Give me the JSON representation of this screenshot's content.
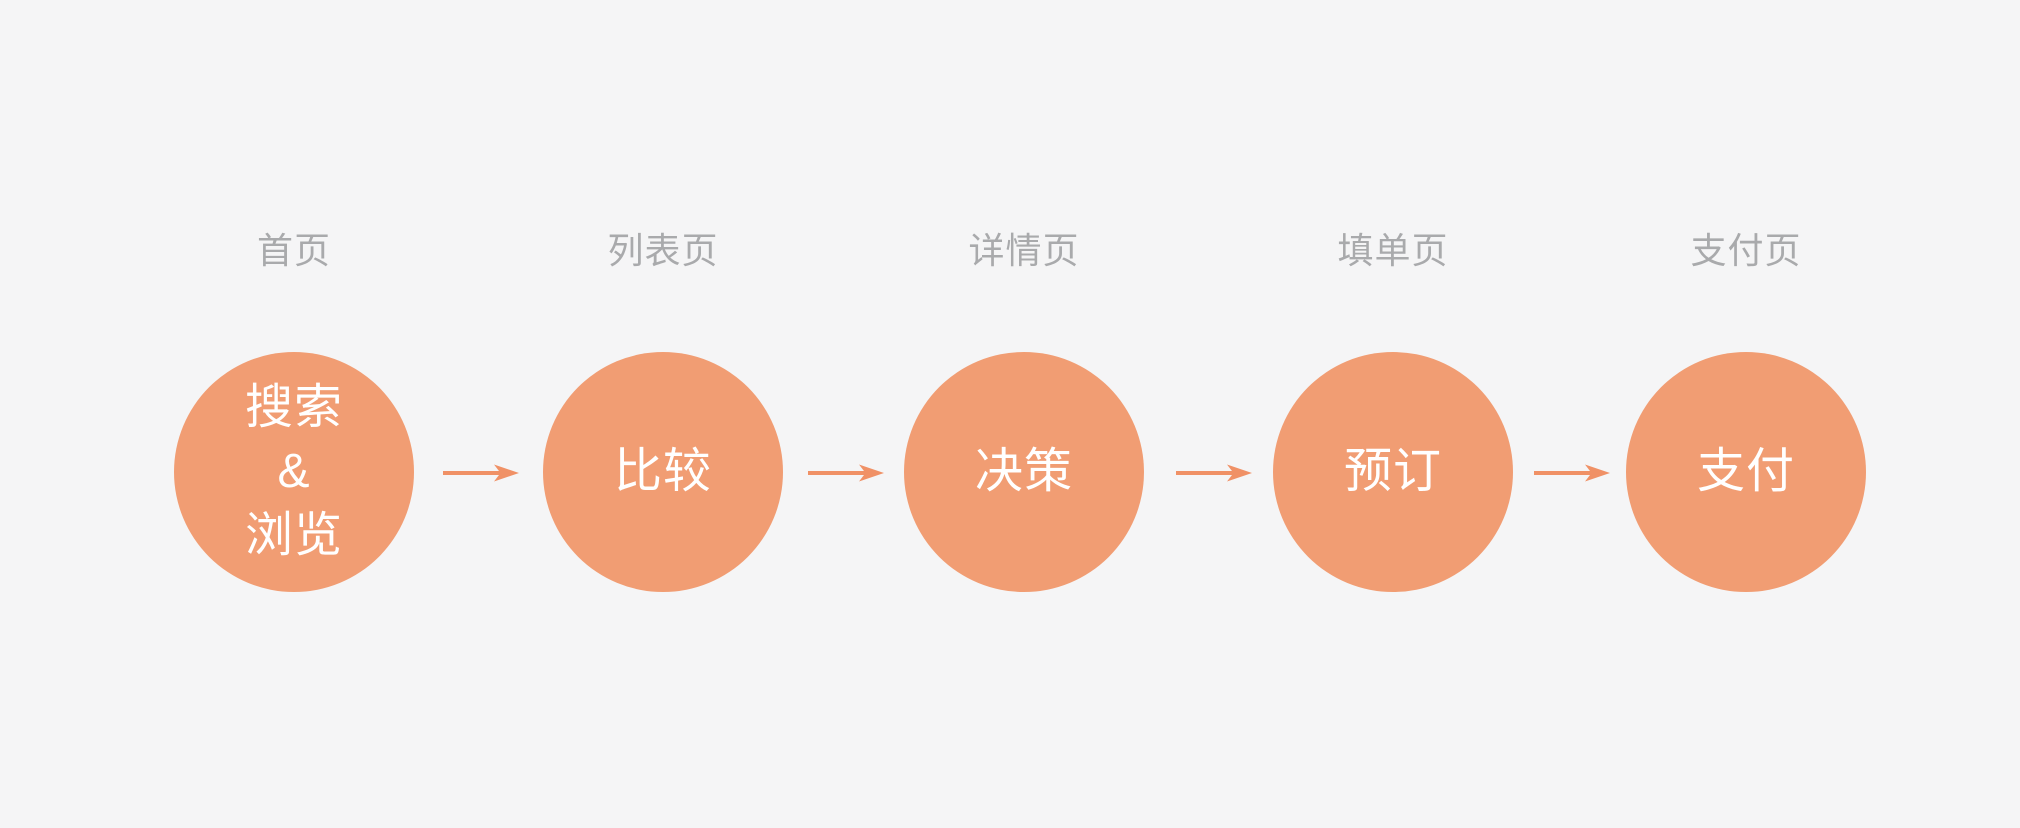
{
  "colors": {
    "background": "#F5F5F6",
    "circle": "#F19D73",
    "arrow": "#F09166",
    "page_label": "#A9AAAC",
    "stage_text": "#FFFFFF"
  },
  "flow": {
    "steps": [
      {
        "page": "首页",
        "action": "搜索\n&\n浏览"
      },
      {
        "page": "列表页",
        "action": "比较"
      },
      {
        "page": "详情页",
        "action": "决策"
      },
      {
        "page": "填单页",
        "action": "预订"
      },
      {
        "page": "支付页",
        "action": "支付"
      }
    ]
  }
}
